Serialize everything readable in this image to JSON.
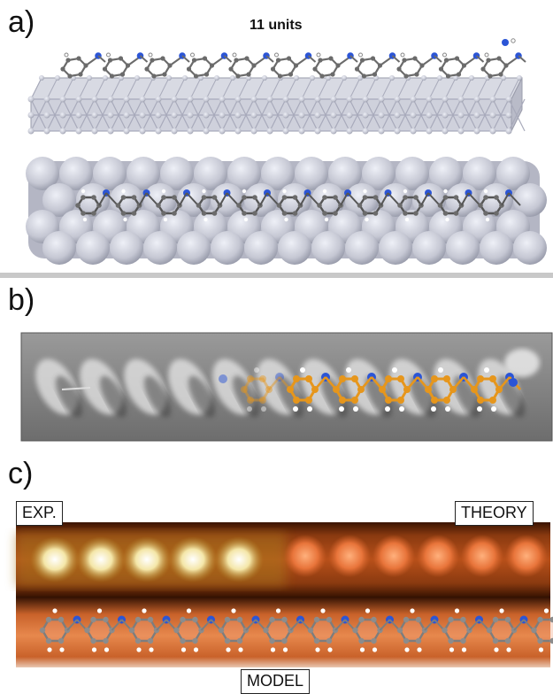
{
  "panels": {
    "a": {
      "label": "a)",
      "title": "11 units"
    },
    "b": {
      "label": "b)"
    },
    "c": {
      "label": "c)",
      "tag_exp": "EXP.",
      "tag_theory": "THEORY",
      "tag_model": "MODEL"
    }
  },
  "colors": {
    "metal_atom": "#c9cbd6",
    "metal_dark": "#9a9cab",
    "nitrogen": "#2b55d6",
    "carbon_gray": "#6b6b6b",
    "carbon_orange": "#e6961c",
    "hydrogen": "#ffffff",
    "divider": "#c8c8c8",
    "stm_bg": "#8a8a8a",
    "exp_bright": "#f6e7a6",
    "theory_orange": "#e1762f",
    "dark_brown": "#3a1402"
  }
}
